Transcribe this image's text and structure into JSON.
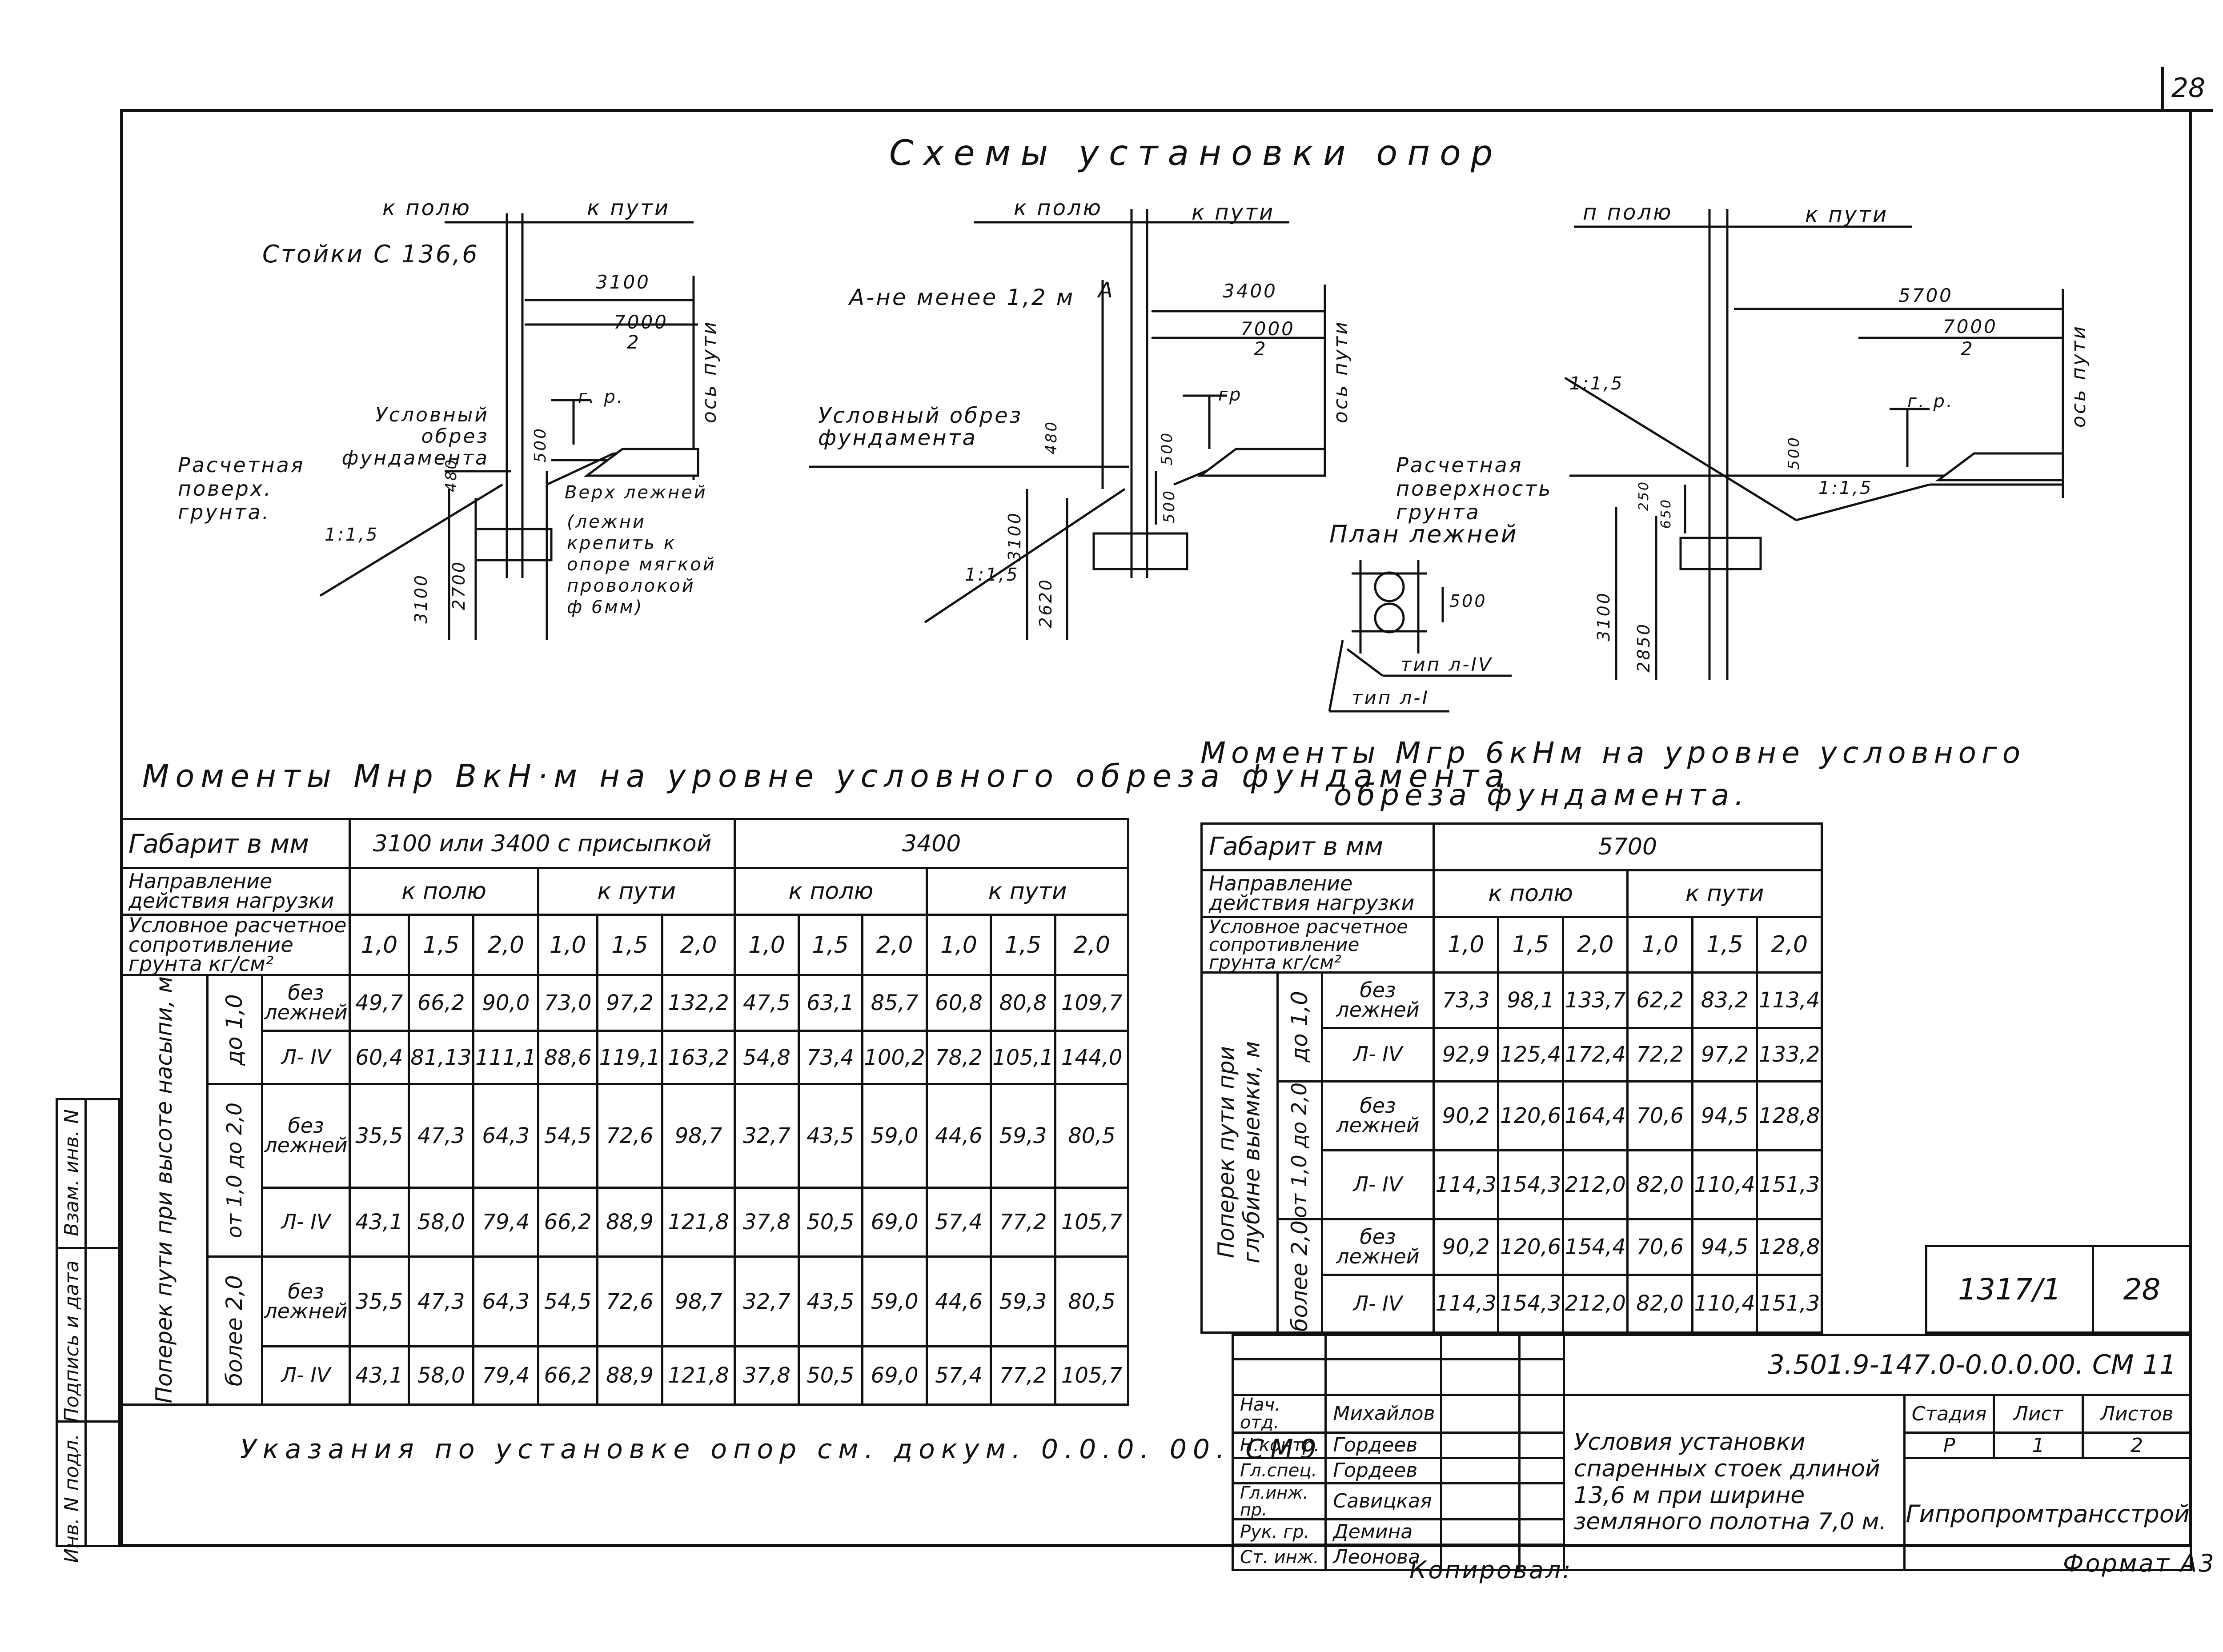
{
  "sheet": {
    "page_box": "28",
    "main_title": "Схемы установки опор",
    "format": "Формат А3",
    "copied": "Копировал:",
    "instructions": "Указания по установке опор см. докум. 0.0.0. 00. СМ9"
  },
  "diagram1": {
    "to_field": "к полю",
    "to_track": "к пути",
    "posts": "Стойки С 136,6",
    "dim_3100": "3100",
    "dim_7000": "7000",
    "dim_2": "2",
    "track_axis": "ось пути",
    "gr": "г. р.",
    "cond_cut": "Условный обрез фундамента",
    "calc_surface": "Расчетная поверх. грунта.",
    "dim_500": "500",
    "dim_480": "480",
    "top_sleepers": "Верх лежней",
    "sleeper_note": "(лежни крепить к опоре мягкой проволокой ф 6мм)",
    "slope": "1:1,5",
    "dim_3100v": "3100",
    "dim_2700": "2700"
  },
  "diagram2": {
    "to_field": "к полю",
    "to_track": "к пути",
    "a_note": "А-не менее 1,2 м",
    "a": "А",
    "dim_3400": "3400",
    "dim_7000": "7000",
    "dim_2": "2",
    "track_axis": "ось пути",
    "gr": "гр",
    "cond_cut": "Условный обрез фундамента",
    "dim_480": "480",
    "dim_500a": "500",
    "dim_500b": "500",
    "slope": "1:1,5",
    "dim_3100": "3100",
    "dim_2620": "2620"
  },
  "diagram3": {
    "to_field": "п полю",
    "to_track": "к пути",
    "dim_5700": "5700",
    "dim_7000": "7000",
    "dim_2": "2",
    "track_axis": "ось пути",
    "gr": "г. р.",
    "slope1": "1:1,5",
    "slope2": "1:1,5",
    "dim_500": "500",
    "calc_surface": "Расчетная поверхность грунта",
    "dim_250": "250",
    "dim_650": "650",
    "dim_3100": "3100",
    "dim_2850": "2850",
    "plan_title": "План лежней",
    "plan_500": "500",
    "type_l4": "тип л-IV",
    "type_l1": "тип л-I"
  },
  "table1": {
    "title": "Моменты Мнр ВкН·м на уровне условного обреза фундамента",
    "h_gabarit": "Габарит в мм",
    "h_direction": "Направление действия нагрузки",
    "h_resist": "Условное расчетное сопротивление грунта кг/см²",
    "g1": "3100 или 3400 с присыпкой",
    "g2": "3400",
    "dirs": [
      "к полю",
      "к пути",
      "к полю",
      "к пути"
    ],
    "resist": [
      "1,0",
      "1,5",
      "2,0",
      "1,0",
      "1,5",
      "2,0",
      "1,0",
      "1,5",
      "2,0",
      "1,0",
      "1,5",
      "2,0"
    ],
    "side_label": "Поперек пути при высоте насыпи, м",
    "groups": [
      "до 1,0",
      "от 1,0 до 2,0",
      "более 2,0"
    ],
    "rows": [
      {
        "type": "без лежней",
        "v": [
          "49,7",
          "66,2",
          "90,0",
          "73,0",
          "97,2",
          "132,2",
          "47,5",
          "63,1",
          "85,7",
          "60,8",
          "80,8",
          "109,7"
        ]
      },
      {
        "type": "Л- IV",
        "v": [
          "60,4",
          "81,13",
          "111,1",
          "88,6",
          "119,1",
          "163,2",
          "54,8",
          "73,4",
          "100,2",
          "78,2",
          "105,1",
          "144,0"
        ]
      },
      {
        "type": "без лежней",
        "v": [
          "35,5",
          "47,3",
          "64,3",
          "54,5",
          "72,6",
          "98,7",
          "32,7",
          "43,5",
          "59,0",
          "44,6",
          "59,3",
          "80,5"
        ]
      },
      {
        "type": "Л- IV",
        "v": [
          "43,1",
          "58,0",
          "79,4",
          "66,2",
          "88,9",
          "121,8",
          "37,8",
          "50,5",
          "69,0",
          "57,4",
          "77,2",
          "105,7"
        ]
      },
      {
        "type": "без лежней",
        "v": [
          "35,5",
          "47,3",
          "64,3",
          "54,5",
          "72,6",
          "98,7",
          "32,7",
          "43,5",
          "59,0",
          "44,6",
          "59,3",
          "80,5"
        ]
      },
      {
        "type": "Л- IV",
        "v": [
          "43,1",
          "58,0",
          "79,4",
          "66,2",
          "88,9",
          "121,8",
          "37,8",
          "50,5",
          "69,0",
          "57,4",
          "77,2",
          "105,7"
        ]
      }
    ]
  },
  "table2": {
    "title1": "Моменты Мгр 6кНм на уровне условного",
    "title2": "обреза фундамента.",
    "h_gabarit": "Габарит в мм",
    "h_direction": "Направление действия нагрузки",
    "h_resist": "Условное расчетное сопротивление грунта кг/см²",
    "g1": "5700",
    "dirs": [
      "к полю",
      "к пути"
    ],
    "resist": [
      "1,0",
      "1,5",
      "2,0",
      "1,0",
      "1,5",
      "2,0"
    ],
    "side_label": "Поперек пути при глубине выемки, м",
    "groups": [
      "до 1,0",
      "от 1,0 до 2,0",
      "более 2,0"
    ],
    "rows": [
      {
        "type": "без лежней",
        "v": [
          "73,3",
          "98,1",
          "133,7",
          "62,2",
          "83,2",
          "113,4"
        ]
      },
      {
        "type": "Л- IV",
        "v": [
          "92,9",
          "125,4",
          "172,4",
          "72,2",
          "97,2",
          "133,2"
        ]
      },
      {
        "type": "без лежней",
        "v": [
          "90,2",
          "120,6",
          "164,4",
          "70,6",
          "94,5",
          "128,8"
        ]
      },
      {
        "type": "Л- IV",
        "v": [
          "114,3",
          "154,3",
          "212,0",
          "82,0",
          "110,4",
          "151,3"
        ]
      },
      {
        "type": "без лежней",
        "v": [
          "90,2",
          "120,6",
          "154,4",
          "70,6",
          "94,5",
          "128,8"
        ]
      },
      {
        "type": "Л- IV",
        "v": [
          "114,3",
          "154,3",
          "212,0",
          "82,0",
          "110,4",
          "151,3"
        ]
      }
    ]
  },
  "stamp": {
    "album": "1317/1",
    "page": "28",
    "code": "3.501.9-147.0-0.0.0.00. СМ 11",
    "title": "Условия установки спаренных стоек длиной 13,6 м при ширине земляного полотна 7,0 м.",
    "stage_h": "Стадия",
    "sheet_h": "Лист",
    "sheets_h": "Листов",
    "stage": "Р",
    "sheet": "1",
    "sheets": "2",
    "org": "Гипропромтрансстрой",
    "people": [
      {
        "role": "Нач. отд.",
        "name": "Михайлов"
      },
      {
        "role": "Н.контр.",
        "name": "Гордеев"
      },
      {
        "role": "Гл.спец.",
        "name": "Гордеев"
      },
      {
        "role": "Гл.инж. пр.",
        "name": "Савицкая"
      },
      {
        "role": "Рук. гр.",
        "name": "Демина"
      },
      {
        "role": "Ст. инж.",
        "name": "Леонова"
      }
    ]
  },
  "side_stamp": [
    "Взам. инв. N",
    "Подпись и дата",
    "Инв. N подл."
  ]
}
